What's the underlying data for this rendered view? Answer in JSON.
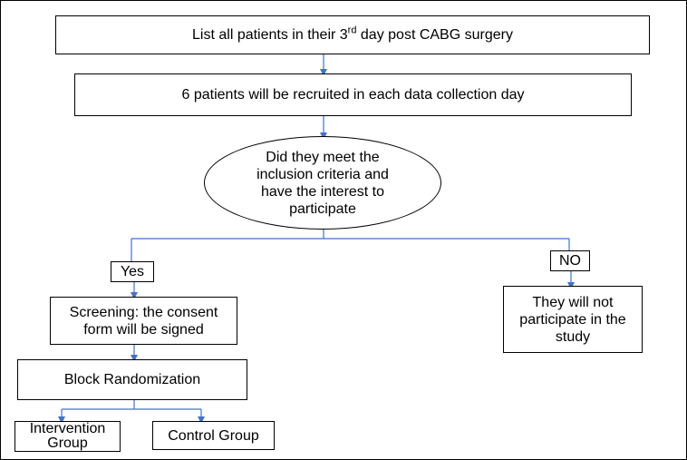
{
  "flowchart": {
    "step1": {
      "text_before": "List all patients in their 3",
      "sup": "rd",
      "text_after": " day post CABG surgery"
    },
    "step2": "6 patients will be recruited in each data collection day",
    "decision": [
      "Did they meet the",
      "inclusion criteria and",
      "have the interest to",
      "participate"
    ],
    "yes_label": "Yes",
    "no_label": "NO",
    "screening": [
      "Screening: the consent",
      "form will be signed"
    ],
    "not_participate": [
      "They will not",
      "participate in the",
      "study"
    ],
    "randomization": "Block Randomization",
    "intervention": [
      "Intervention",
      "Group"
    ],
    "control": "Control Group"
  },
  "colors": {
    "connector": "#4472c4",
    "border": "#000000"
  }
}
